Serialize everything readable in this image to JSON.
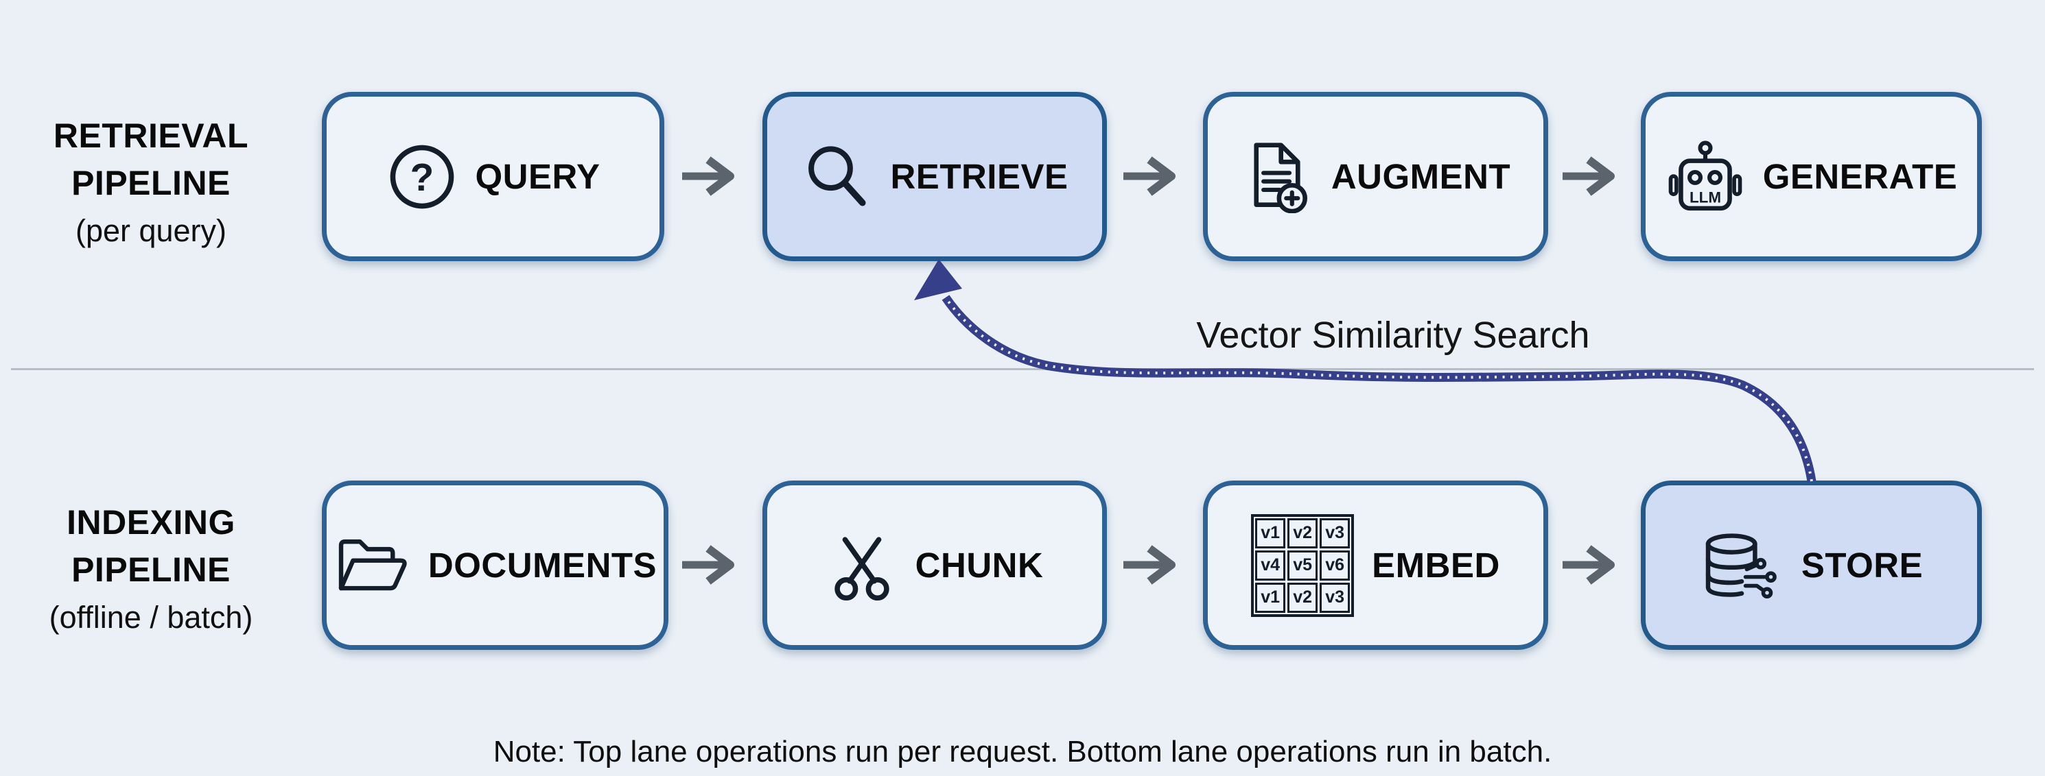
{
  "page": {
    "note": "Note: Top lane operations run per request. Bottom lane operations run in batch."
  },
  "connector_label": "Vector Similarity Search",
  "robot_label": "LLM",
  "lanes": [
    {
      "title_lines": [
        "RETRIEVAL",
        "PIPELINE"
      ],
      "subtitle": "(per query)",
      "boxes": [
        {
          "label": "QUERY",
          "icon": "question-circle-icon",
          "highlighted": false
        },
        {
          "label": "RETRIEVE",
          "icon": "magnifier-icon",
          "highlighted": true
        },
        {
          "label": "AUGMENT",
          "icon": "document-add-icon",
          "highlighted": false
        },
        {
          "label": "GENERATE",
          "icon": "llm-robot-icon",
          "highlighted": false
        }
      ]
    },
    {
      "title_lines": [
        "INDEXING",
        "PIPELINE"
      ],
      "subtitle": "(offline / batch)",
      "boxes": [
        {
          "label": "DOCUMENTS",
          "icon": "open-folder-icon",
          "highlighted": false
        },
        {
          "label": "CHUNK",
          "icon": "scissors-icon",
          "highlighted": false
        },
        {
          "label": "EMBED",
          "icon": "vector-grid-icon",
          "highlighted": false
        },
        {
          "label": "STORE",
          "icon": "vector-database-icon",
          "highlighted": true
        }
      ]
    }
  ],
  "embed_grid": [
    [
      "v1",
      "v2",
      "v3"
    ],
    [
      "v4",
      "v5",
      "v6"
    ],
    [
      "v1",
      "v2",
      "v3"
    ]
  ],
  "colors": {
    "background": "#eaf0f6",
    "box_border": "#2c6296",
    "box_fill": "#eef3f9",
    "box_fill_highlight": "#cfdcf4",
    "flow_arrow_gray": "#5b636d",
    "connector_navy": "#353f8a",
    "divider_gray": "#b7bdc5",
    "icon_ink": "#141d2a",
    "text_ink": "#0b0b0b"
  }
}
